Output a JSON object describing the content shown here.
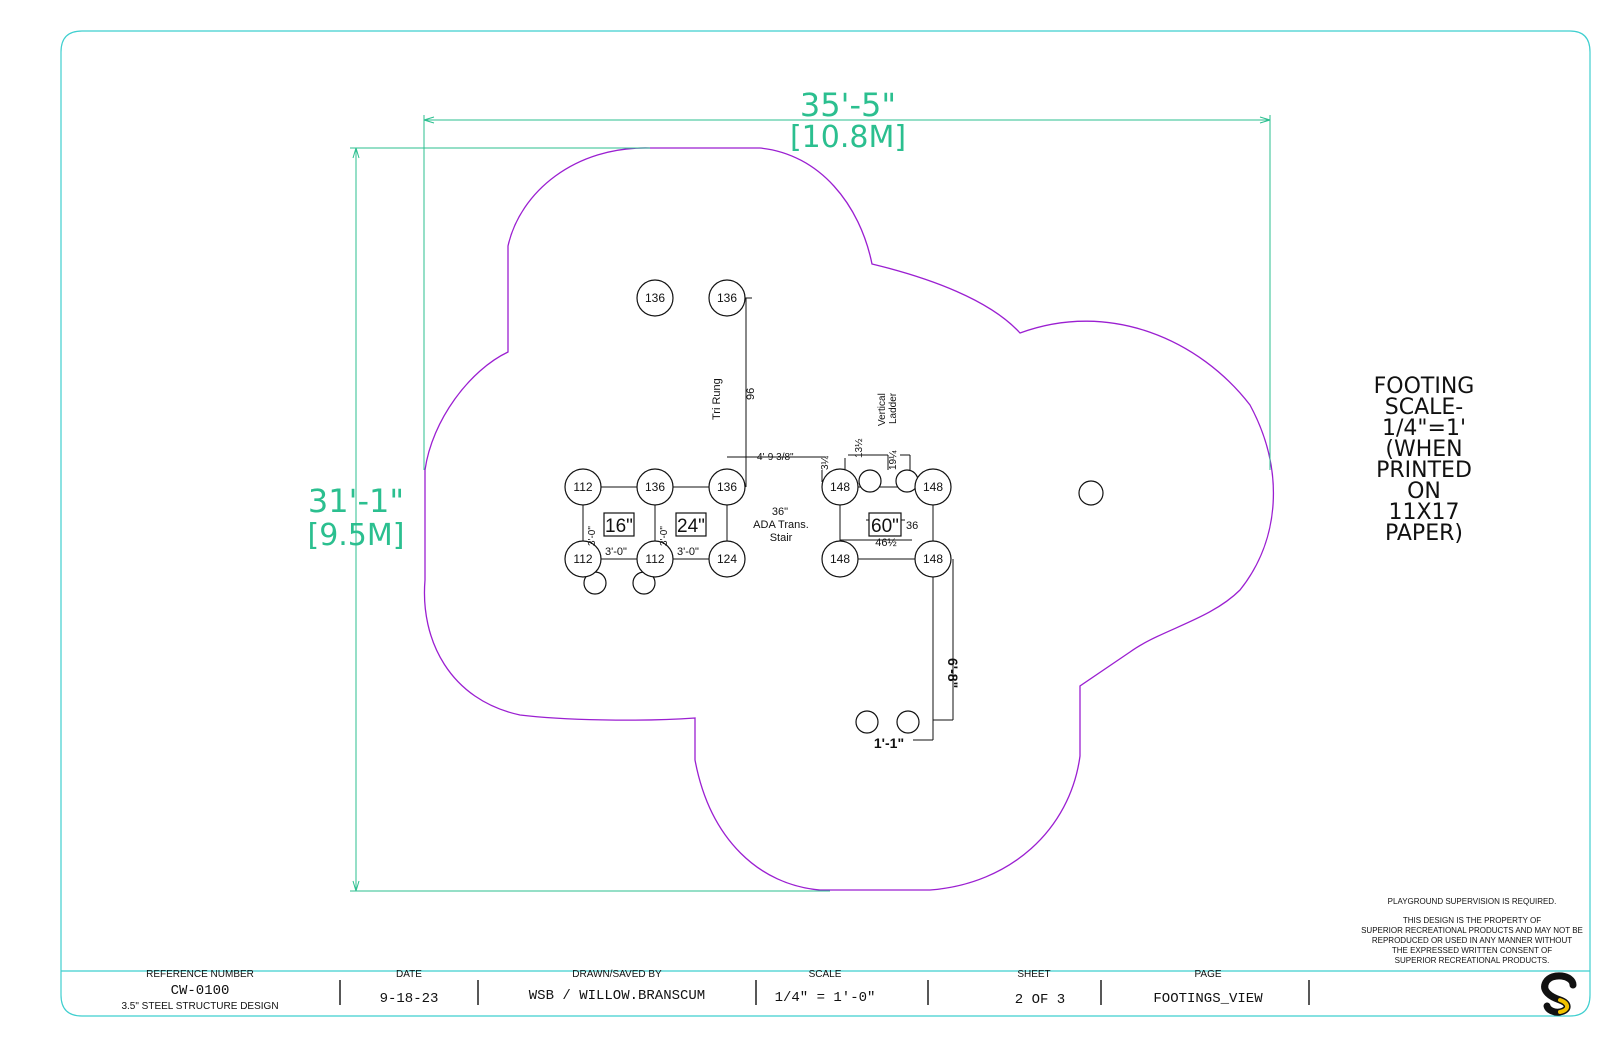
{
  "colors": {
    "border": "#3fcfcf",
    "surfacing": "#9b1fd1",
    "dimension": "#2bbf8f",
    "ink": "#111111",
    "logo_yellow": "#f2c200"
  },
  "overall_dimensions": {
    "width_ft": "35'-5\"",
    "width_m": "[10.8M]",
    "depth_ft": "31'-1\"",
    "depth_m": "[9.5M]"
  },
  "footings": [
    {
      "id": "f1",
      "label": "136"
    },
    {
      "id": "f2",
      "label": "136"
    },
    {
      "id": "f3",
      "label": "112"
    },
    {
      "id": "f4",
      "label": "136"
    },
    {
      "id": "f5",
      "label": "136"
    },
    {
      "id": "f6",
      "label": "112"
    },
    {
      "id": "f7",
      "label": "112"
    },
    {
      "id": "f8",
      "label": "124"
    },
    {
      "id": "f9",
      "label": "148"
    },
    {
      "id": "f10",
      "label": "148"
    },
    {
      "id": "f11",
      "label": "148"
    },
    {
      "id": "f12",
      "label": "148"
    }
  ],
  "deck_heights": {
    "deck1": "16\"",
    "deck2": "24\"",
    "deck3": "60\""
  },
  "labels": {
    "tri_rung": "Tri Rung",
    "dim_96": "96",
    "offset_4_9": "4'-9 3/8\"",
    "ada_stair_1": "36\"",
    "ada_stair_2": "ADA Trans.",
    "ada_stair_3": "Stair",
    "vertical_ladder_1": "Vertical",
    "vertical_ladder_2": "Ladder",
    "dim_3_4": "3¼",
    "dim_13_1_2": "13½",
    "dim_19_1_4": "19¼",
    "dim_36": "36",
    "dim_46_1_2": "46½",
    "dim_3_0_a": "3'-0\"",
    "dim_3_0_b": "3'-0\"",
    "dim_3_0_c": "3'-0\"",
    "dim_3_0_d": "3'-0\"",
    "dim_6_8": "6'-8\"",
    "dim_1_1": "1'-1\""
  },
  "scale_note": [
    "FOOTING",
    "SCALE-",
    "1/4\"=1'",
    "(WHEN",
    "PRINTED",
    "ON",
    "11X17",
    "PAPER)"
  ],
  "notices": {
    "supervision": "PLAYGROUND SUPERVISION IS REQUIRED.",
    "property_lines": [
      "THIS DESIGN IS THE PROPERTY OF",
      "SUPERIOR RECREATIONAL PRODUCTS AND MAY NOT BE",
      "REPRODUCED OR USED IN ANY MANNER WITHOUT",
      "THE EXPRESSED WRITTEN CONSENT OF",
      "SUPERIOR RECREATIONAL PRODUCTS."
    ]
  },
  "title_block": {
    "reference_label": "REFERENCE NUMBER",
    "reference_value": "CW-0100",
    "reference_desc": "3.5\" STEEL STRUCTURE DESIGN",
    "date_label": "DATE",
    "date_value": "9-18-23",
    "drawn_label": "DRAWN/SAVED BY",
    "drawn_value": "WSB / WILLOW.BRANSCUM",
    "scale_label": "SCALE",
    "scale_value": "1/4\" = 1'-0\"",
    "sheet_label": "SHEET",
    "sheet_value": "2 OF 3",
    "page_label": "PAGE",
    "page_value": "FOOTINGS_VIEW",
    "logo_icon": "superior-s-logo"
  }
}
